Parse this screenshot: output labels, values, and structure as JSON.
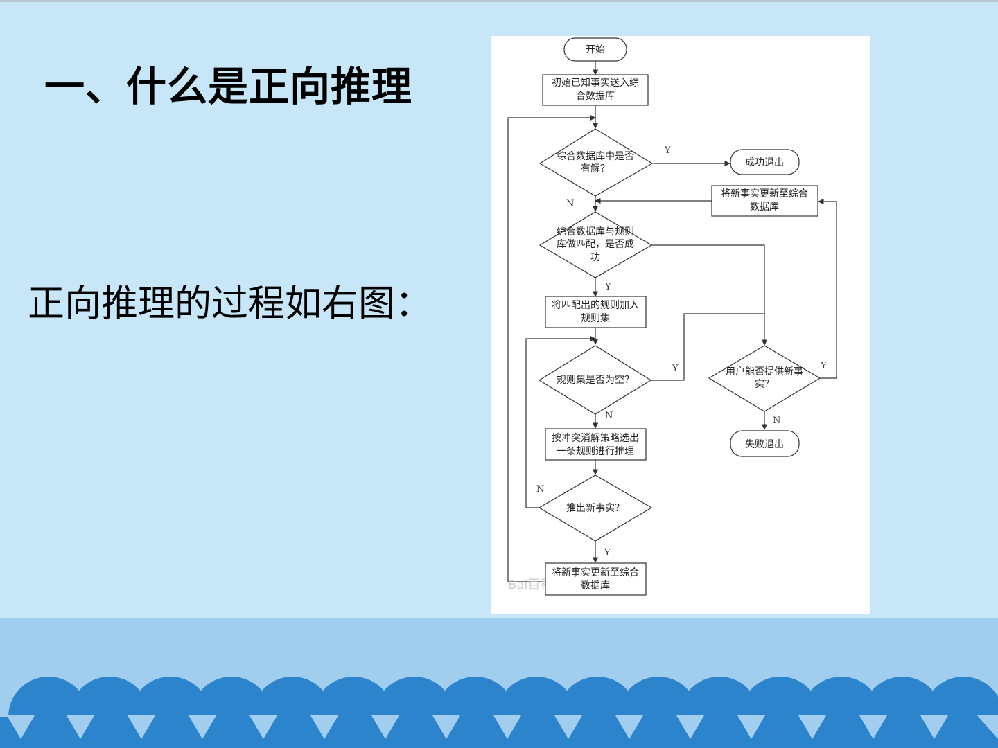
{
  "slide": {
    "title": "一、什么是正向推理",
    "body": "正向推理的过程如右图："
  },
  "flowchart": {
    "nodes": {
      "start": [
        "开始"
      ],
      "init": [
        "初始已知事实送入综",
        "合数据库"
      ],
      "has_solution": [
        "综合数据库中是否",
        "有解？"
      ],
      "success_exit": [
        "成功退出"
      ],
      "update_db_right": [
        "将新事实更新至综合",
        "数据库"
      ],
      "match_rules": [
        "综合数据库与规则",
        "库做匹配，是否成",
        "功"
      ],
      "add_rule_set": [
        "将匹配出的规则加入",
        "规则集"
      ],
      "rule_set_empty": [
        "规则集是否为空？"
      ],
      "user_new_fact": [
        "用户能否提供新事",
        "实？"
      ],
      "fail_exit": [
        "失败退出"
      ],
      "conflict_resolution": [
        "按冲突消解策略选出",
        "一条规则进行推理"
      ],
      "derive_new_fact": [
        "推出新事实？"
      ],
      "update_db_bottom": [
        "将新事实更新至综合",
        "数据库"
      ]
    },
    "branch_labels": {
      "y1": "Y",
      "n1": "N",
      "y2": "Y",
      "y3": "Y",
      "n3": "N",
      "y4": "Y",
      "n4": "N",
      "n5": "N",
      "y5": "Y"
    },
    "watermark": "Bai百科"
  },
  "colors": {
    "background": "#c7e6f8",
    "footer_band": "#a1cdef",
    "wave_blue": "#2c85cc",
    "text": "#000000"
  }
}
